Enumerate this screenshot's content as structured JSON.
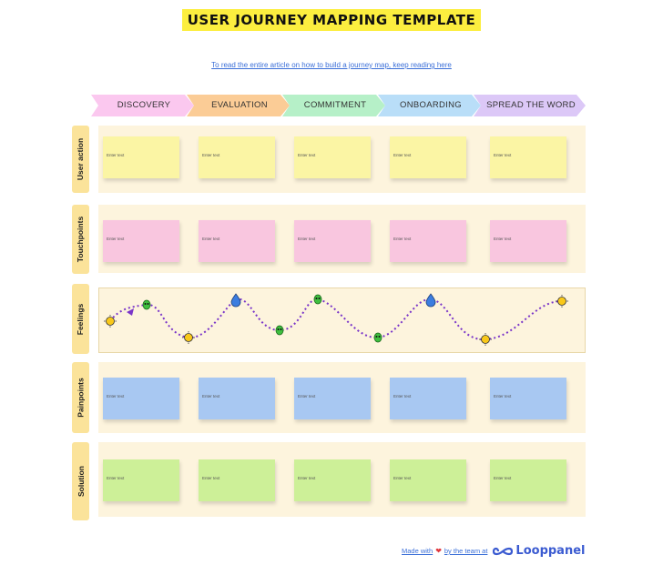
{
  "title": "USER JOURNEY MAPPING TEMPLATE",
  "article_link": "To read the entire article on how to build a journey map, keep reading here",
  "stages": [
    {
      "label": "DISCOVERY",
      "color": "#fbc8ef"
    },
    {
      "label": "EVALUATION",
      "color": "#fbcc96"
    },
    {
      "label": "COMMITMENT",
      "color": "#b6f0c8"
    },
    {
      "label": "ONBOARDING",
      "color": "#b9def8"
    },
    {
      "label": "SPREAD THE WORD",
      "color": "#dcc8f7"
    }
  ],
  "rows": [
    {
      "label": "User action",
      "color": "yellow",
      "notes": [
        "Enter text",
        "Enter text",
        "Enter text",
        "Enter text",
        "Enter text"
      ]
    },
    {
      "label": "Touchpoints",
      "color": "pink",
      "notes": [
        "Enter text",
        "Enter text",
        "Enter text",
        "Enter text",
        "Enter text"
      ]
    },
    {
      "label": "Feelings"
    },
    {
      "label": "Painpoints",
      "color": "blue",
      "notes": [
        "Enter text",
        "Enter text",
        "Enter text",
        "Enter text",
        "Enter text"
      ]
    },
    {
      "label": "Solution",
      "color": "green",
      "notes": [
        "Enter text",
        "Enter text",
        "Enter text",
        "Enter text",
        "Enter text"
      ]
    }
  ],
  "feelings": [
    "sun-icon",
    "alien-icon",
    "sun-icon",
    "drop-icon",
    "alien-icon",
    "alien-icon",
    "alien-icon",
    "drop-icon",
    "sun-icon",
    "sun-icon"
  ],
  "footer": {
    "made_with": "Made with",
    "by_team": "by the team at",
    "brand": "Looppanel"
  },
  "colors": {
    "accent": "#3b6fd8",
    "row_label": "#fbe39a",
    "row_bg": "#fdf4dd",
    "feeling_path": "#7a35c9"
  }
}
